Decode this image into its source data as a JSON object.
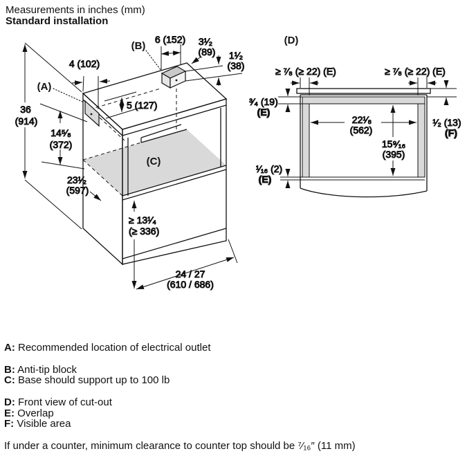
{
  "header": {
    "units_note": "Measurements in inches (mm)",
    "title": "Standard installation"
  },
  "colors": {
    "line": "#111111",
    "shade_gray": "#d9d9d9"
  },
  "iso_view": {
    "callout_a": "(A)",
    "callout_b": "(B)",
    "callout_c": "(C)",
    "dim_height_in": "36",
    "dim_height_mm": "(914)",
    "dim_outlet_depth": "4 (102)",
    "dim_block_width": "6 (152)",
    "dim_block_offset_in": "3¹⁄₂",
    "dim_block_offset_mm": "(89)",
    "dim_block_height_in": "1¹⁄₂",
    "dim_block_height_mm": "(38)",
    "dim_top_gap": "5 (127)",
    "dim_cutout_height_in": "14⁵⁄₈",
    "dim_cutout_height_mm": "(372)",
    "dim_cutout_depth_in": "23¹⁄₂",
    "dim_cutout_depth_mm": "(597)",
    "dim_base_height_in": "≥ 13¹⁄₄",
    "dim_base_height_mm": "(≥ 336)",
    "dim_width_in": "24 / 27",
    "dim_width_mm": "(610 / 686)"
  },
  "front_view": {
    "callout_d": "(D)",
    "dim_overlap_left": "≥ ⁷⁄₈ (≥ 22) (E)",
    "dim_overlap_right": "≥ ⁷⁄₈ (≥ 22) (E)",
    "dim_overlap_top": "³⁄₄ (19)",
    "dim_overlap_top_key": "(E)",
    "dim_visible": "¹⁄₂ (13)",
    "dim_visible_key": "(F)",
    "dim_cutout_width_in": "22¹⁄₈",
    "dim_cutout_width_mm": "(562)",
    "dim_cutout_height_in": "15⁹⁄₁₆",
    "dim_cutout_height_mm": "(395)",
    "dim_overlap_bottom": "¹⁄₁₆ (2)",
    "dim_overlap_bottom_key": "(E)"
  },
  "legend": [
    {
      "key": "A:",
      "text": "Recommended location of electrical outlet"
    },
    {
      "key": "B:",
      "text": "Anti-tip block"
    },
    {
      "key": "C:",
      "text": "Base should support up to 100 lb"
    },
    {
      "key": "D:",
      "text": "Front view of cut-out"
    },
    {
      "key": "E:",
      "text": "Overlap"
    },
    {
      "key": "F:",
      "text": "Visible area"
    }
  ],
  "footnote": "If under a counter, minimum clearance to counter top should be ⁷⁄₁₆″ (11 mm)"
}
